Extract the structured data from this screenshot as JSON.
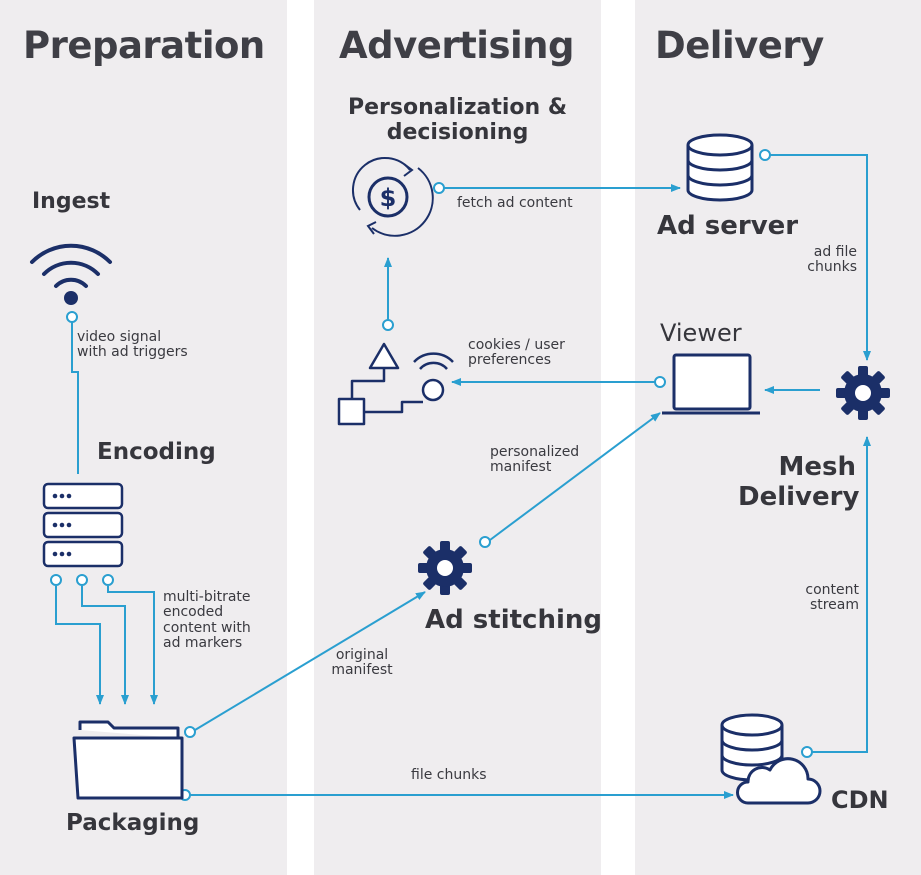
{
  "lanes": [
    "Preparation",
    "Advertising",
    "Delivery"
  ],
  "nodes": {
    "personalization": "Personalization &\ndecisioning",
    "ingest": "Ingest",
    "encoding": "Encoding",
    "packaging": "Packaging",
    "ad_stitching": "Ad stitching",
    "ad_server": "Ad server",
    "viewer": "Viewer",
    "mesh_delivery": "Mesh\nDelivery",
    "cdn": "CDN"
  },
  "edges": {
    "fetch_ad_content": "fetch ad content",
    "video_signal": "video signal\nwith ad triggers",
    "cookies": "cookies / user\npreferences",
    "ad_file_chunks": "ad file\nchunks",
    "personalized_manifest": "personalized\nmanifest",
    "multi_bitrate": "multi-bitrate\nencoded\ncontent with\nad markers",
    "original_manifest": "original\nmanifest",
    "content_stream": "content\nstream",
    "file_chunks": "file chunks"
  },
  "colors": {
    "line": "#2a9fd0",
    "icon": "#1b2f68",
    "lane_bg": "#efedef",
    "text": "#36363c"
  },
  "icons": [
    "wifi-icon",
    "server-rack-icon",
    "folder-icon",
    "dollar-cycle-icon",
    "decision-flow-icon",
    "gear-icon",
    "database-icon",
    "laptop-icon",
    "cloud-database-icon"
  ]
}
